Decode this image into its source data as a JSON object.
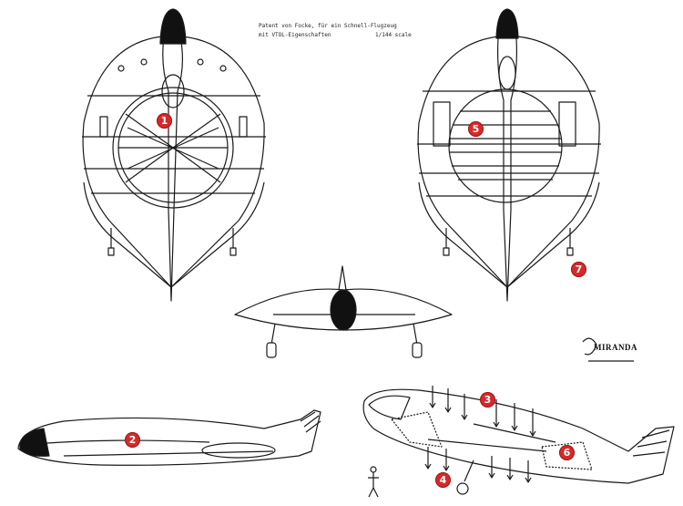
{
  "caption": {
    "line1": "Patent von Focke, für ein Schnell-Flugzeug",
    "line2": "mit VTOL-Eigenschaften",
    "scale": "1/144 scale"
  },
  "signature": "MIRANDA",
  "markers": [
    "1",
    "2",
    "3",
    "4",
    "5",
    "6",
    "7"
  ],
  "colors": {
    "ink": "#1a1a1a",
    "marker": "#d42a2a",
    "paper": "#ffffff"
  }
}
